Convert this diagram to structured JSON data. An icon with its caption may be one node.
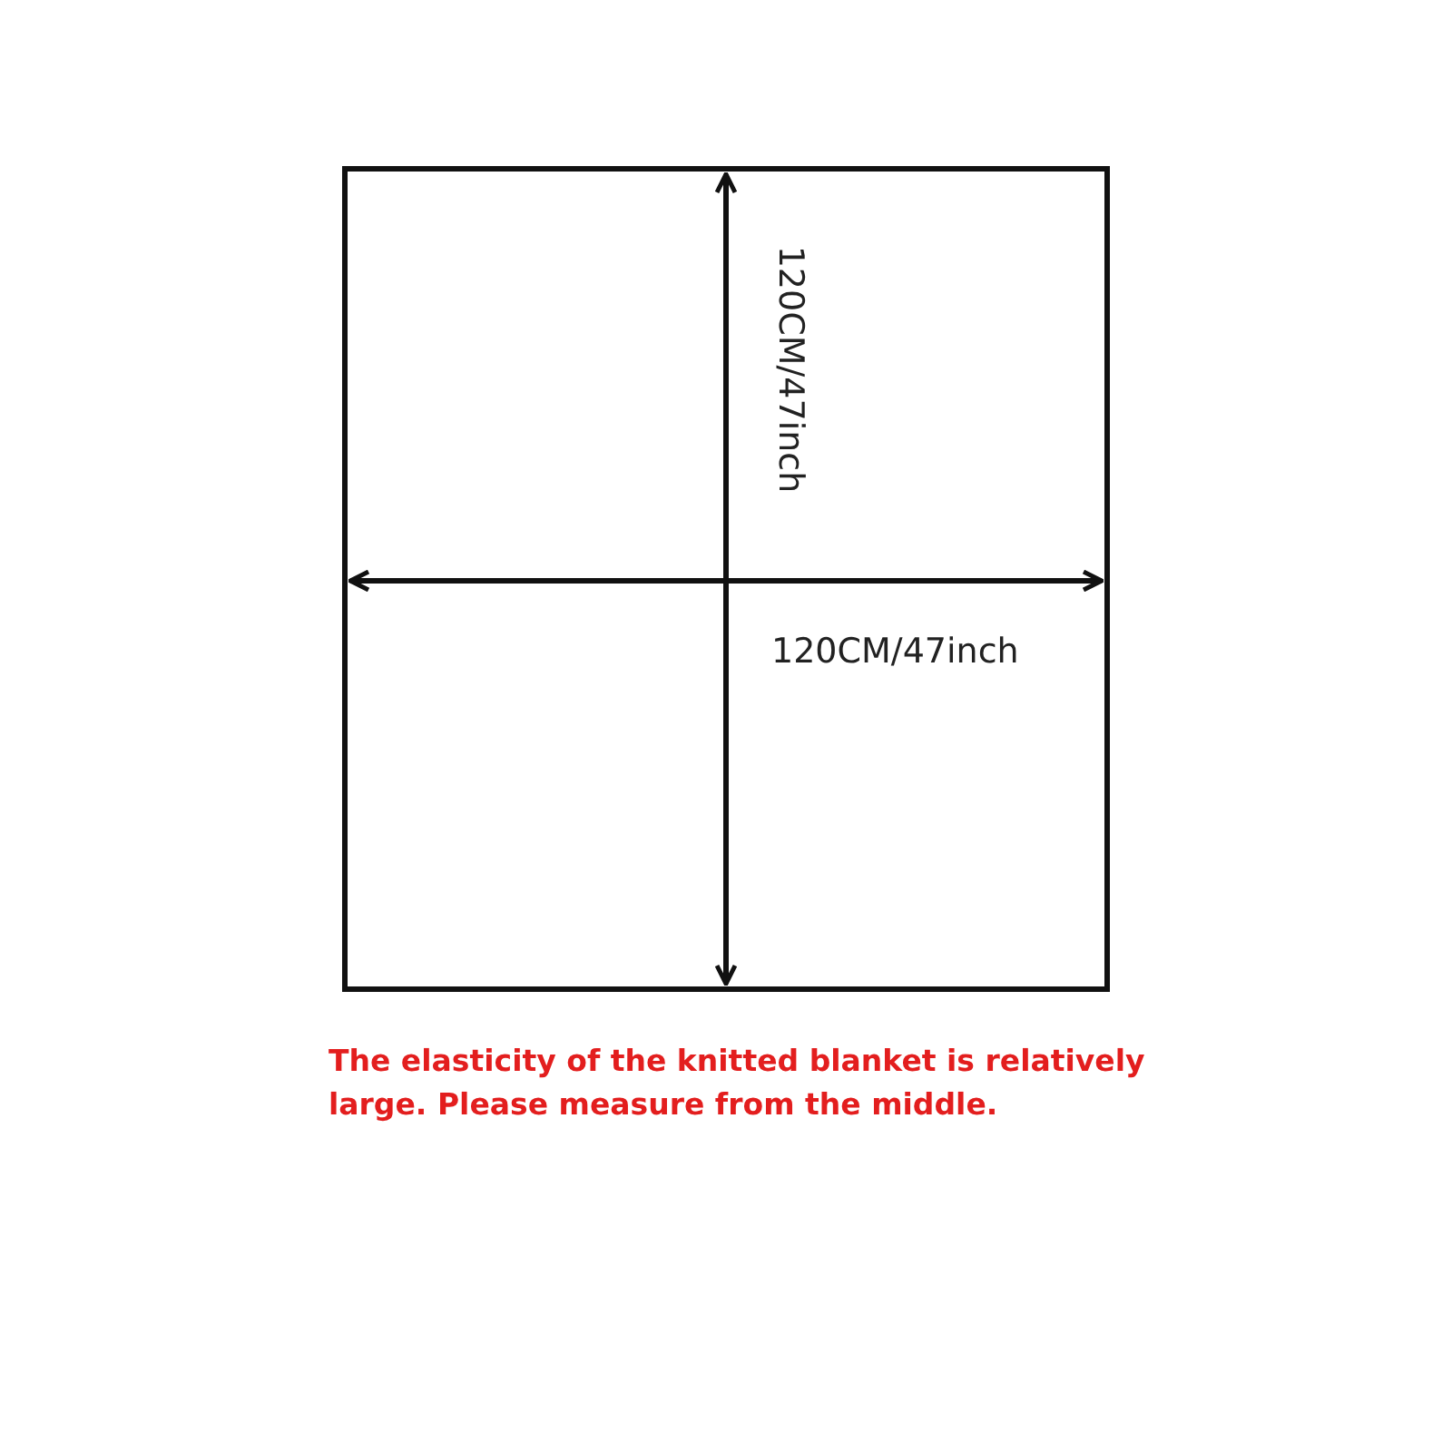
{
  "diagram": {
    "labels": [
      "120CM/47inch",
      "120CM/47inch",
      "The elasticity of the knitted blanket is relatively large. Please measure from the middle."
    ]
  }
}
